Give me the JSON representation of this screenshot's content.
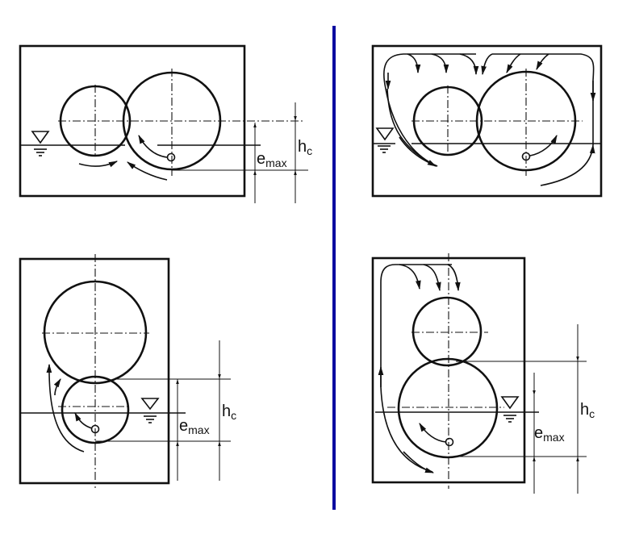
{
  "figure": {
    "divider_color": "#0a0aa0",
    "line_color": "#111111",
    "background": "#ffffff"
  },
  "panels": [
    {
      "id": "top-left",
      "arrangement": "horizontal",
      "lubrication": "splash",
      "labels": {
        "h": "h",
        "h_sub": "c",
        "e": "e",
        "e_sub": "max"
      }
    },
    {
      "id": "top-right",
      "arrangement": "horizontal",
      "lubrication": "splash-with-guide-channels",
      "labels": {}
    },
    {
      "id": "bottom-left",
      "arrangement": "vertical-small-bottom",
      "lubrication": "splash",
      "labels": {
        "h": "h",
        "h_sub": "c",
        "e": "e",
        "e_sub": "max"
      }
    },
    {
      "id": "bottom-right",
      "arrangement": "vertical-large-bottom",
      "lubrication": "splash-with-guide-channel",
      "labels": {
        "h": "h",
        "h_sub": "c",
        "e": "e",
        "e_sub": "max"
      }
    }
  ]
}
